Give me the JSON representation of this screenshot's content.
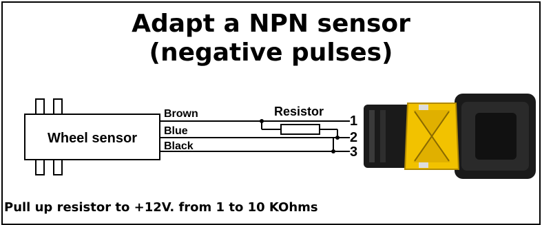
{
  "title": {
    "line1": "Adapt a NPN sensor",
    "line2": "(negative pulses)"
  },
  "sensor": {
    "label": "Wheel sensor"
  },
  "wires": {
    "brown": "Brown",
    "blue": "Blue",
    "black": "Black"
  },
  "resistor": {
    "label": "Resistor"
  },
  "pins": {
    "p1": "1",
    "p2": "2",
    "p3": "3"
  },
  "footer": {
    "note": "Pull up resistor to +12V. from 1 to 10 KOhms"
  },
  "colors": {
    "connector_body": "#1a1a1a",
    "connector_latch": "#f2c200",
    "line": "#000000"
  }
}
